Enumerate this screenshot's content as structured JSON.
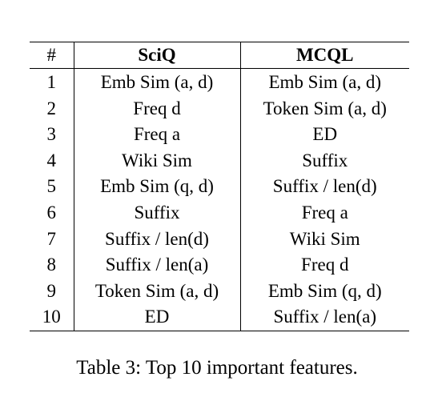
{
  "table": {
    "headers": [
      "#",
      "SciQ",
      "MCQL"
    ],
    "rows": [
      [
        "1",
        "Emb Sim (a, d)",
        "Emb Sim (a, d)"
      ],
      [
        "2",
        "Freq d",
        "Token Sim (a, d)"
      ],
      [
        "3",
        "Freq a",
        "ED"
      ],
      [
        "4",
        "Wiki Sim",
        "Suffix"
      ],
      [
        "5",
        "Emb Sim (q, d)",
        "Suffix / len(d)"
      ],
      [
        "6",
        "Suffix",
        "Freq a"
      ],
      [
        "7",
        "Suffix / len(d)",
        "Wiki Sim"
      ],
      [
        "8",
        "Suffix / len(a)",
        "Freq d"
      ],
      [
        "9",
        "Token Sim (a, d)",
        "Emb Sim (q, d)"
      ],
      [
        "10",
        "ED",
        "Suffix / len(a)"
      ]
    ]
  },
  "caption": "Table 3: Top 10 important features."
}
